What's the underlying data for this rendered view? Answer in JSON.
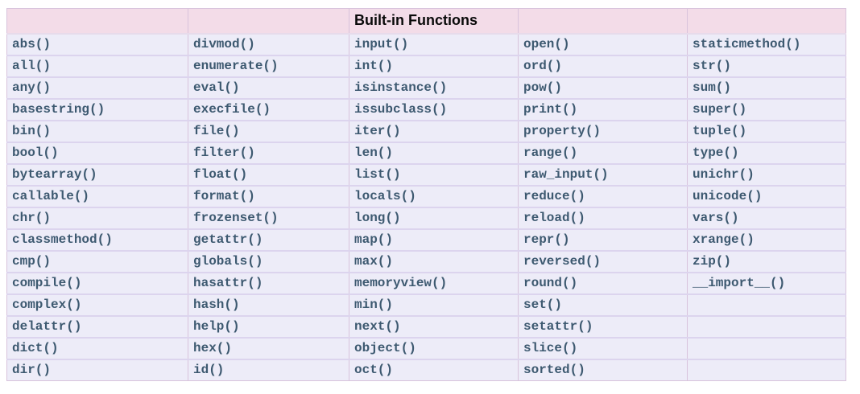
{
  "table": {
    "title": "Built-in Functions",
    "title_column_index": 2,
    "num_columns": 5,
    "rows": [
      [
        "abs()",
        "divmod()",
        "input()",
        "open()",
        "staticmethod()"
      ],
      [
        "all()",
        "enumerate()",
        "int()",
        "ord()",
        "str()"
      ],
      [
        "any()",
        "eval()",
        "isinstance()",
        "pow()",
        "sum()"
      ],
      [
        "basestring()",
        "execfile()",
        "issubclass()",
        "print()",
        "super()"
      ],
      [
        "bin()",
        "file()",
        "iter()",
        "property()",
        "tuple()"
      ],
      [
        "bool()",
        "filter()",
        "len()",
        "range()",
        "type()"
      ],
      [
        "bytearray()",
        "float()",
        "list()",
        "raw_input()",
        "unichr()"
      ],
      [
        "callable()",
        "format()",
        "locals()",
        "reduce()",
        "unicode()"
      ],
      [
        "chr()",
        "frozenset()",
        "long()",
        "reload()",
        "vars()"
      ],
      [
        "classmethod()",
        "getattr()",
        "map()",
        "repr()",
        "xrange()"
      ],
      [
        "cmp()",
        "globals()",
        "max()",
        "reversed()",
        "zip()"
      ],
      [
        "compile()",
        "hasattr()",
        "memoryview()",
        "round()",
        "__import__()"
      ],
      [
        "complex()",
        "hash()",
        "min()",
        "set()",
        ""
      ],
      [
        "delattr()",
        "help()",
        "next()",
        "setattr()",
        ""
      ],
      [
        "dict()",
        "hex()",
        "object()",
        "slice()",
        ""
      ],
      [
        "dir()",
        "id()",
        "oct()",
        "sorted()",
        ""
      ]
    ],
    "colors": {
      "header_bg": "#f3dce8",
      "row_bg": "#edecf8",
      "vertical_border": "#d8c3dc",
      "horizontal_border": "#dcd4ee",
      "header_bottom_border": "#e7dbeb",
      "cell_text": "#3d5970",
      "title_text": "#0a0a0a",
      "page_bg": "#ffffff"
    }
  }
}
